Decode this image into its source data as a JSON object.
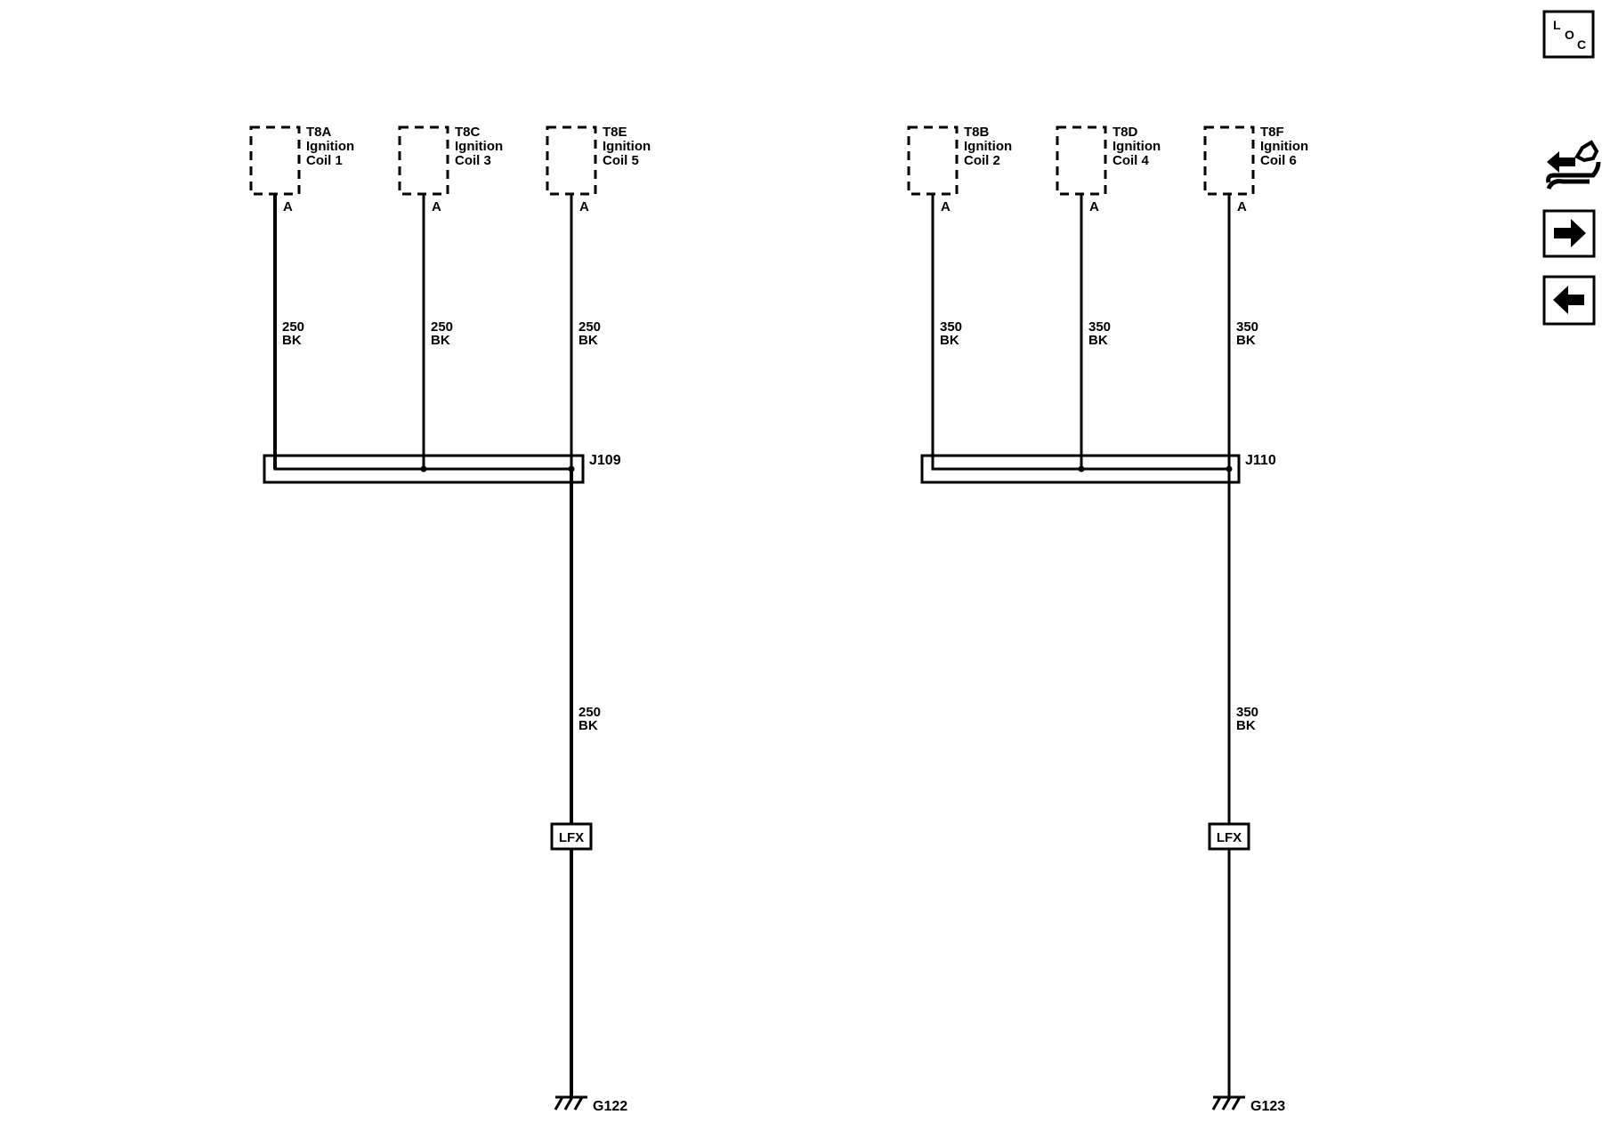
{
  "diagram": {
    "left_group": {
      "coils": [
        {
          "id": "T8A",
          "name_line1": "Ignition",
          "name_line2": "Coil 1",
          "pin": "A",
          "wire_size": "250",
          "wire_color": "BK"
        },
        {
          "id": "T8C",
          "name_line1": "Ignition",
          "name_line2": "Coil 3",
          "pin": "A",
          "wire_size": "250",
          "wire_color": "BK"
        },
        {
          "id": "T8E",
          "name_line1": "Ignition",
          "name_line2": "Coil 5",
          "pin": "A",
          "wire_size": "250",
          "wire_color": "BK"
        }
      ],
      "splice": "J109",
      "trunk_wire_size": "250",
      "trunk_wire_color": "BK",
      "option": "LFX",
      "ground": "G122"
    },
    "right_group": {
      "coils": [
        {
          "id": "T8B",
          "name_line1": "Ignition",
          "name_line2": "Coil 2",
          "pin": "A",
          "wire_size": "350",
          "wire_color": "BK"
        },
        {
          "id": "T8D",
          "name_line1": "Ignition",
          "name_line2": "Coil 4",
          "pin": "A",
          "wire_size": "350",
          "wire_color": "BK"
        },
        {
          "id": "T8F",
          "name_line1": "Ignition",
          "name_line2": "Coil 6",
          "pin": "A",
          "wire_size": "350",
          "wire_color": "BK"
        }
      ],
      "splice": "J110",
      "trunk_wire_size": "350",
      "trunk_wire_color": "BK",
      "option": "LFX",
      "ground": "G123"
    }
  },
  "sidebar": {
    "loc_button": {
      "letters": [
        "L",
        "O",
        "C"
      ],
      "icon": "loc-icon"
    },
    "connector_button": {
      "icon": "connector-end-view-icon"
    },
    "next_button": {
      "icon": "arrow-right-icon"
    },
    "prev_button": {
      "icon": "arrow-left-icon"
    }
  }
}
